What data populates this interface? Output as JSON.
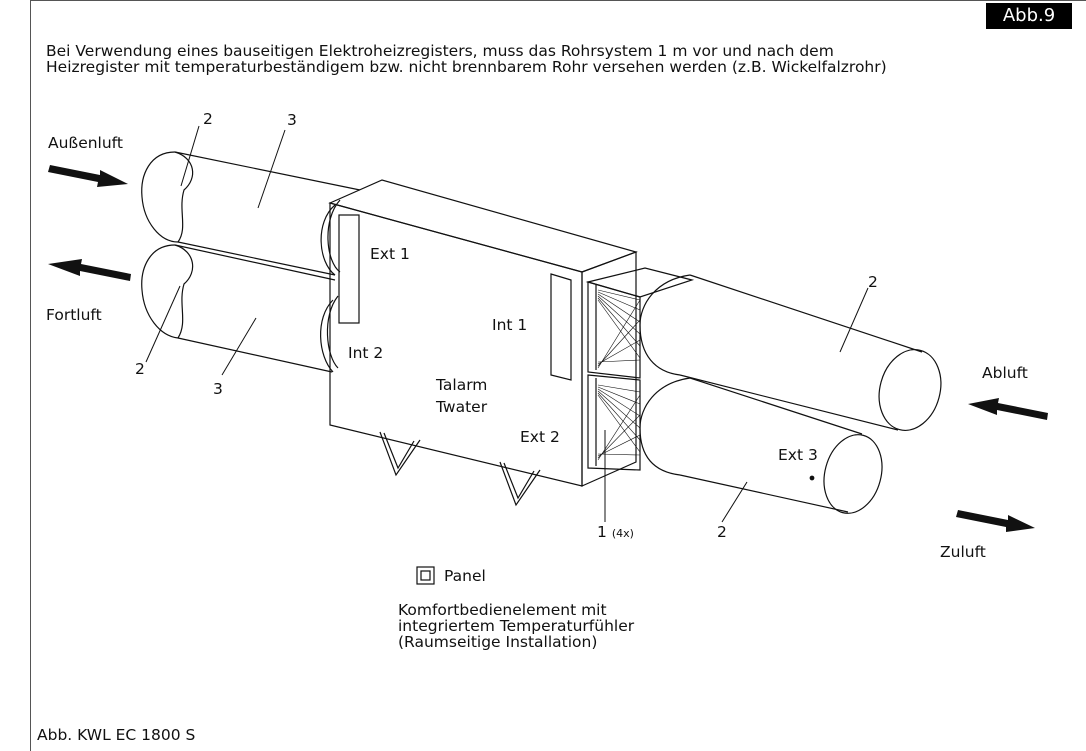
{
  "figure_tag": "Abb.9",
  "note": {
    "line1": "Bei Verwendung eines bauseitigen Elektroheizregisters, muss das Rohrsystem 1 m vor und nach dem",
    "line2": "Heizregister mit temperaturbeständigem bzw. nicht brennbarem Rohr versehen werden (z.B. Wickelfalzrohr)"
  },
  "airflows": {
    "aussenluft": "Außenluft",
    "fortluft": "Fortluft",
    "abluft": "Abluft",
    "zuluft": "Zuluft"
  },
  "connectors": {
    "ext1": "Ext 1",
    "int1": "Int 1",
    "int2": "Int 2",
    "ext2": "Ext 2",
    "ext3": "Ext 3"
  },
  "sensors": {
    "talarm": "Talarm",
    "twater": "Twater"
  },
  "numbers": {
    "n2": "2",
    "n3": "3",
    "n1": "1",
    "n1_count": "(4x)"
  },
  "panel": {
    "label": "Panel",
    "desc1": "Komfortbedienelement mit",
    "desc2": "integriertem Temperaturfühler",
    "desc3": "(Raumseitige Installation)"
  },
  "caption": "Abb. KWL EC 1800 S"
}
